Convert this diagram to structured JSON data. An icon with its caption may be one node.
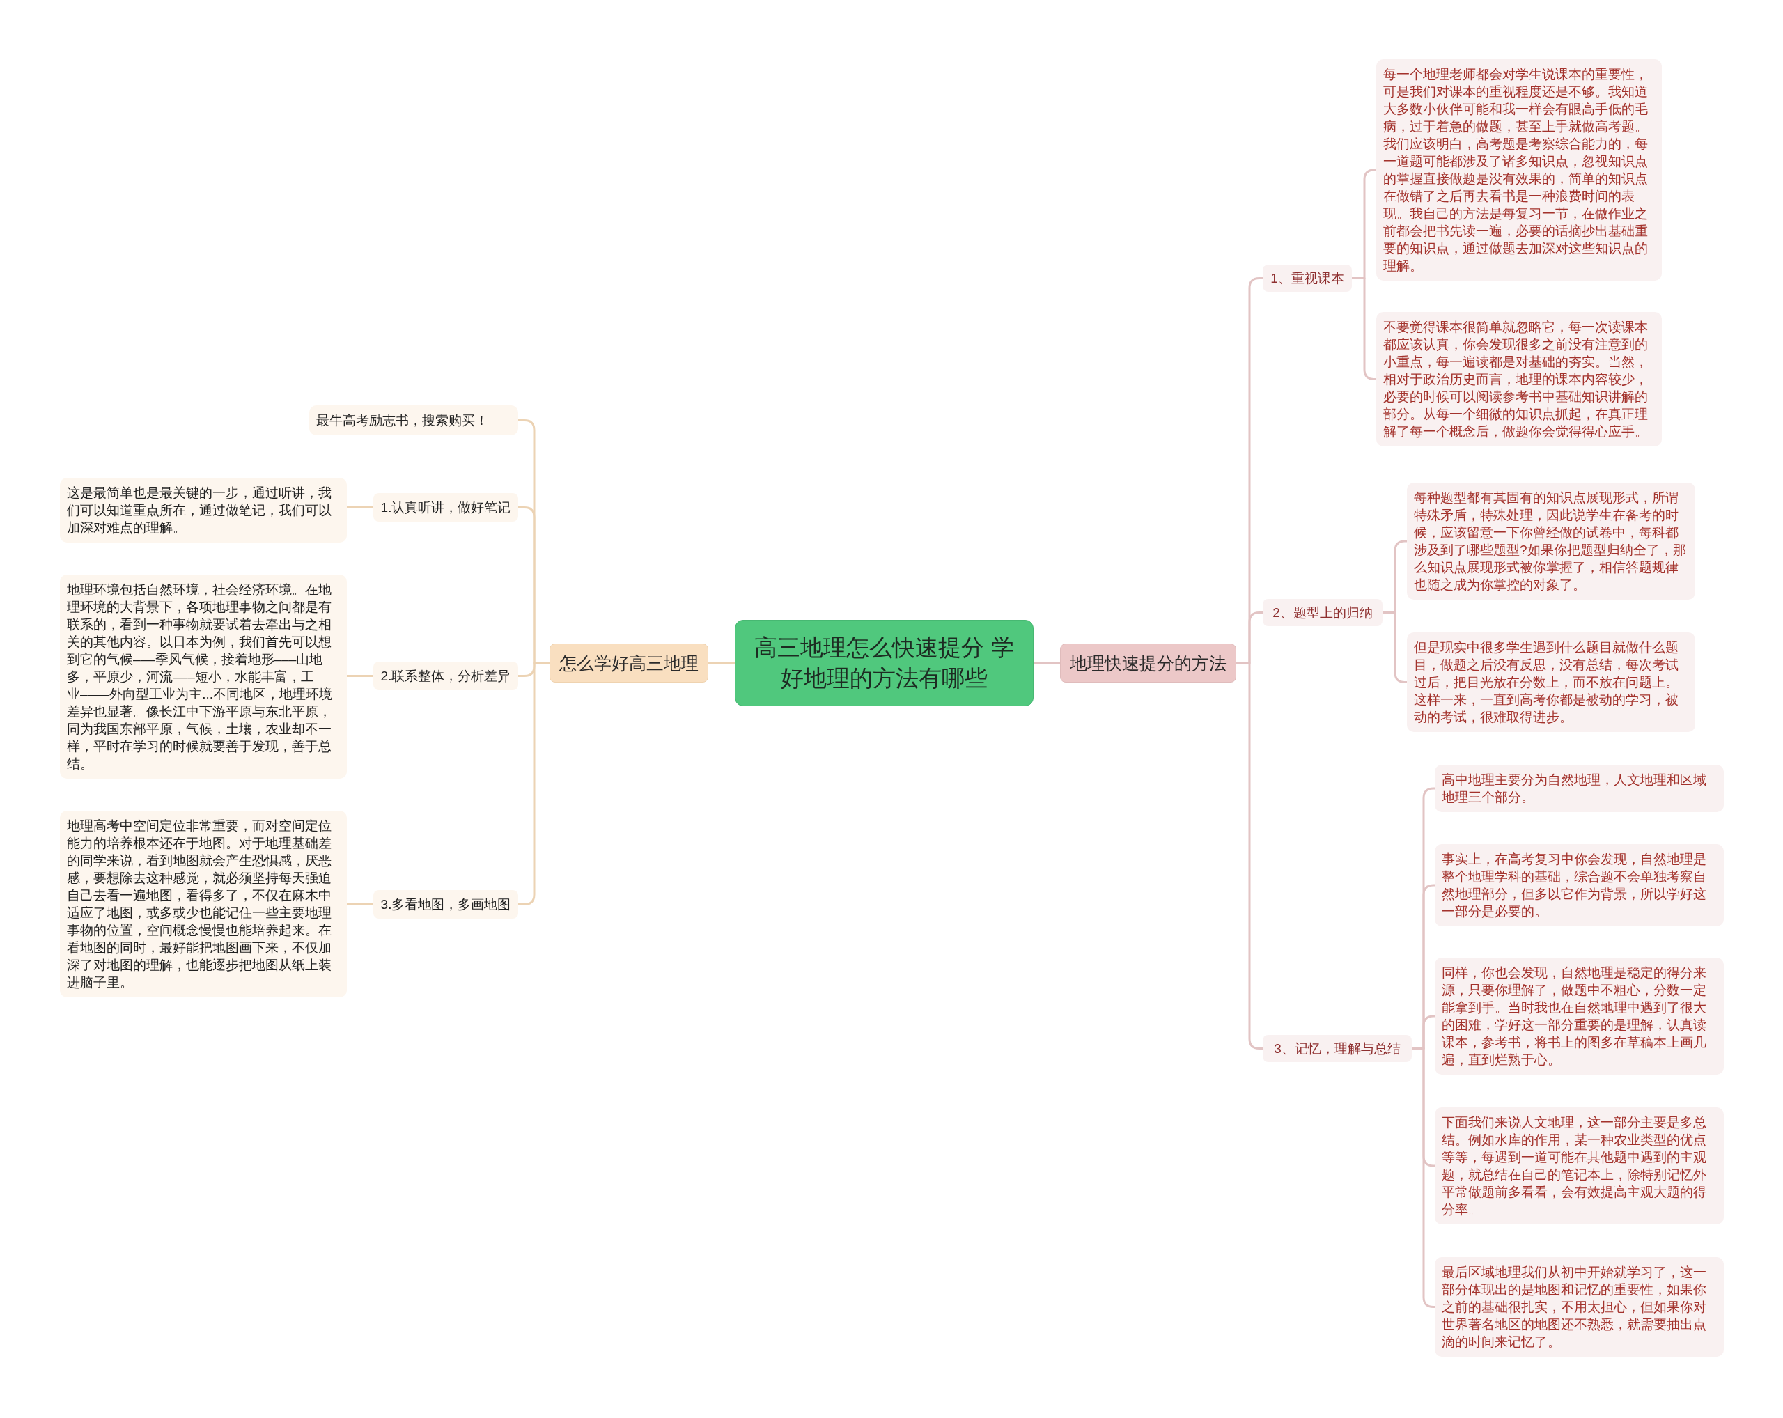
{
  "diagram": {
    "nodes": [
      {
        "text": [
          "高三地理怎么快速提分 学好地理的方法有哪些"
        ]
      },
      {
        "text": [
          "怎么学好高三地理"
        ]
      },
      {
        "text": [
          "最牛高考励志书，搜索购买！"
        ]
      },
      {
        "text": [
          "1.认真听讲，做好笔记"
        ]
      },
      {
        "text": [
          "这是最简单也是最关键的一步，通过听讲，我们可以知道重点所在，通过做笔记，我们可以加深对难点的理解。"
        ]
      },
      {
        "text": [
          "2.联系整体，分析差异"
        ]
      },
      {
        "text": [
          "地理环境包括自然环境，社会经济环境。在地理环境的大背景下，各项地理事物之间都是有联系的，看到一种事物就要试着去牵出与之相关的其他内容。以日本为例，我们首先可以想到它的气候–––季风气候，接着地形–––山地多，平原少，河流–––短小，水能丰富，工业––––外向型工业为主...不同地区，地理环境差异也显著。像长江中下游平原与东北平原，同为我国东部平原，气候，土壤，农业却不一样，平时在学习的时候就要善于发现，善于总结。"
        ]
      },
      {
        "text": [
          "3.多看地图，多画地图"
        ]
      },
      {
        "text": [
          "地理高考中空间定位非常重要，而对空间定位能力的培养根本还在于地图。对于地理基础差的同学来说，看到地图就会产生恐惧感，厌恶感，要想除去这种感觉，就必须坚持每天强迫自己去看一遍地图，看得多了，不仅在麻木中适应了地图，或多或少也能记住一些主要地理事物的位置，空间概念慢慢也能培养起来。在看地图的同时，最好能把地图画下来，不仅加深了对地图的理解，也能逐步把地图从纸上装进脑子里。"
        ]
      },
      {
        "text": [
          "地理快速提分的方法"
        ]
      },
      {
        "text": [
          "1、重视课本"
        ]
      },
      {
        "text": [
          "每一个地理老师都会对学生说课本的重要性，可是我们对课本的重视程度还是不够。我知道大多数小伙伴可能和我一样会有眼高手低的毛病，过于着急的做题，甚至上手就做高考题。我们应该明白，高考题是考察综合能力的，每一道题可能都涉及了诸多知识点，忽视知识点的掌握直接做题是没有效果的，简单的知识点在做错了之后再去看书是一种浪费时间的表现。我自己的方法是每复习一节，在做作业之前都会把书先读一遍，必要的话摘抄出基础重要的知识点，通过做题去加深对这些知识点的理解。"
        ]
      },
      {
        "text": [
          "不要觉得课本很简单就忽略它，每一次读课本都应该认真，你会发现很多之前没有注意到的小重点，每一遍读都是对基础的夯实。当然，相对于政治历史而言，地理的课本内容较少，必要的时候可以阅读参考书中基础知识讲解的部分。从每一个细微的知识点抓起，在真正理解了每一个概念后，做题你会觉得得心应手。"
        ]
      },
      {
        "text": [
          "2、题型上的归纳"
        ]
      },
      {
        "text": [
          "每种题型都有其固有的知识点展现形式，所谓特殊矛盾，特殊处理，因此说学生在备考的时候，应该留意一下你曾经做的试卷中，每科都涉及到了哪些题型?如果你把题型归纳全了，那么知识点展现形式被你掌握了，相信答题规律也随之成为你掌控的对象了。"
        ]
      },
      {
        "text": [
          "但是现实中很多学生遇到什么题目就做什么题目，做题之后没有反思，没有总结，每次考试过后，把目光放在分数上，而不放在问题上。这样一来，一直到高考你都是被动的学习，被动的考试，很难取得进步。"
        ]
      },
      {
        "text": [
          "3、记忆，理解与总结"
        ]
      },
      {
        "text": [
          "高中地理主要分为自然地理，人文地理和区域地理三个部分。"
        ]
      },
      {
        "text": [
          "事实上，在高考复习中你会发现，自然地理是整个地理学科的基础，综合题不会单独考察自然地理部分，但多以它作为背景，所以学好这一部分是必要的。"
        ]
      },
      {
        "text": [
          "同样，你也会发现，自然地理是稳定的得分来源，只要你理解了，做题中不粗心，分数一定能拿到手。当时我也在自然地理中遇到了很大的困难，学好这一部分重要的是理解，认真读课本，参考书，将书上的图多在草稿本上画几遍，直到烂熟于心。"
        ]
      },
      {
        "text": [
          "下面我们来说人文地理，这一部分主要是多总结。例如水库的作用，某一种农业类型的优点等等，每遇到一道可能在其他题中遇到的主观题，就总结在自己的笔记本上，除特别记忆外平常做题前多看看，会有效提高主观大题的得分率。"
        ]
      },
      {
        "text": [
          "最后区域地理我们从初中开始就学习了，这一部分体现出的是地图和记忆的重要性，如果你之前的基础很扎实，不用太担心，但如果你对世界著名地区的地图还不熟悉，就需要抽出点滴的时间来记忆了。"
        ]
      }
    ],
    "edges": [
      {
        "from": 0,
        "to": 1,
        "arrow": "none",
        "color": "#ecd3b4"
      },
      {
        "from": 1,
        "to": 2,
        "arrow": "none",
        "color": "#ecd3b4"
      },
      {
        "from": 1,
        "to": 3,
        "arrow": "none",
        "color": "#ecd3b4"
      },
      {
        "from": 3,
        "to": 4,
        "arrow": "none",
        "color": "#ecd3b4"
      },
      {
        "from": 1,
        "to": 5,
        "arrow": "none",
        "color": "#ecd3b4"
      },
      {
        "from": 5,
        "to": 6,
        "arrow": "none",
        "color": "#ecd3b4"
      },
      {
        "from": 1,
        "to": 7,
        "arrow": "none",
        "color": "#ecd3b4"
      },
      {
        "from": 7,
        "to": 8,
        "arrow": "none",
        "color": "#ecd3b4"
      },
      {
        "from": 0,
        "to": 9,
        "arrow": "none"
      },
      {
        "from": 9,
        "to": 10,
        "arrow": "none"
      },
      {
        "from": 10,
        "to": 11,
        "arrow": "none"
      },
      {
        "from": 10,
        "to": 12,
        "arrow": "none"
      },
      {
        "from": 9,
        "to": 13,
        "arrow": "none"
      },
      {
        "from": 13,
        "to": 14,
        "arrow": "none"
      },
      {
        "from": 13,
        "to": 15,
        "arrow": "none"
      },
      {
        "from": 9,
        "to": 16,
        "arrow": "none"
      },
      {
        "from": 16,
        "to": 17,
        "arrow": "none"
      },
      {
        "from": 16,
        "to": 18,
        "arrow": "none"
      },
      {
        "from": 16,
        "to": 19,
        "arrow": "none"
      },
      {
        "from": 16,
        "to": 20,
        "arrow": "none"
      },
      {
        "from": 16,
        "to": 21,
        "arrow": "none"
      }
    ]
  }
}
